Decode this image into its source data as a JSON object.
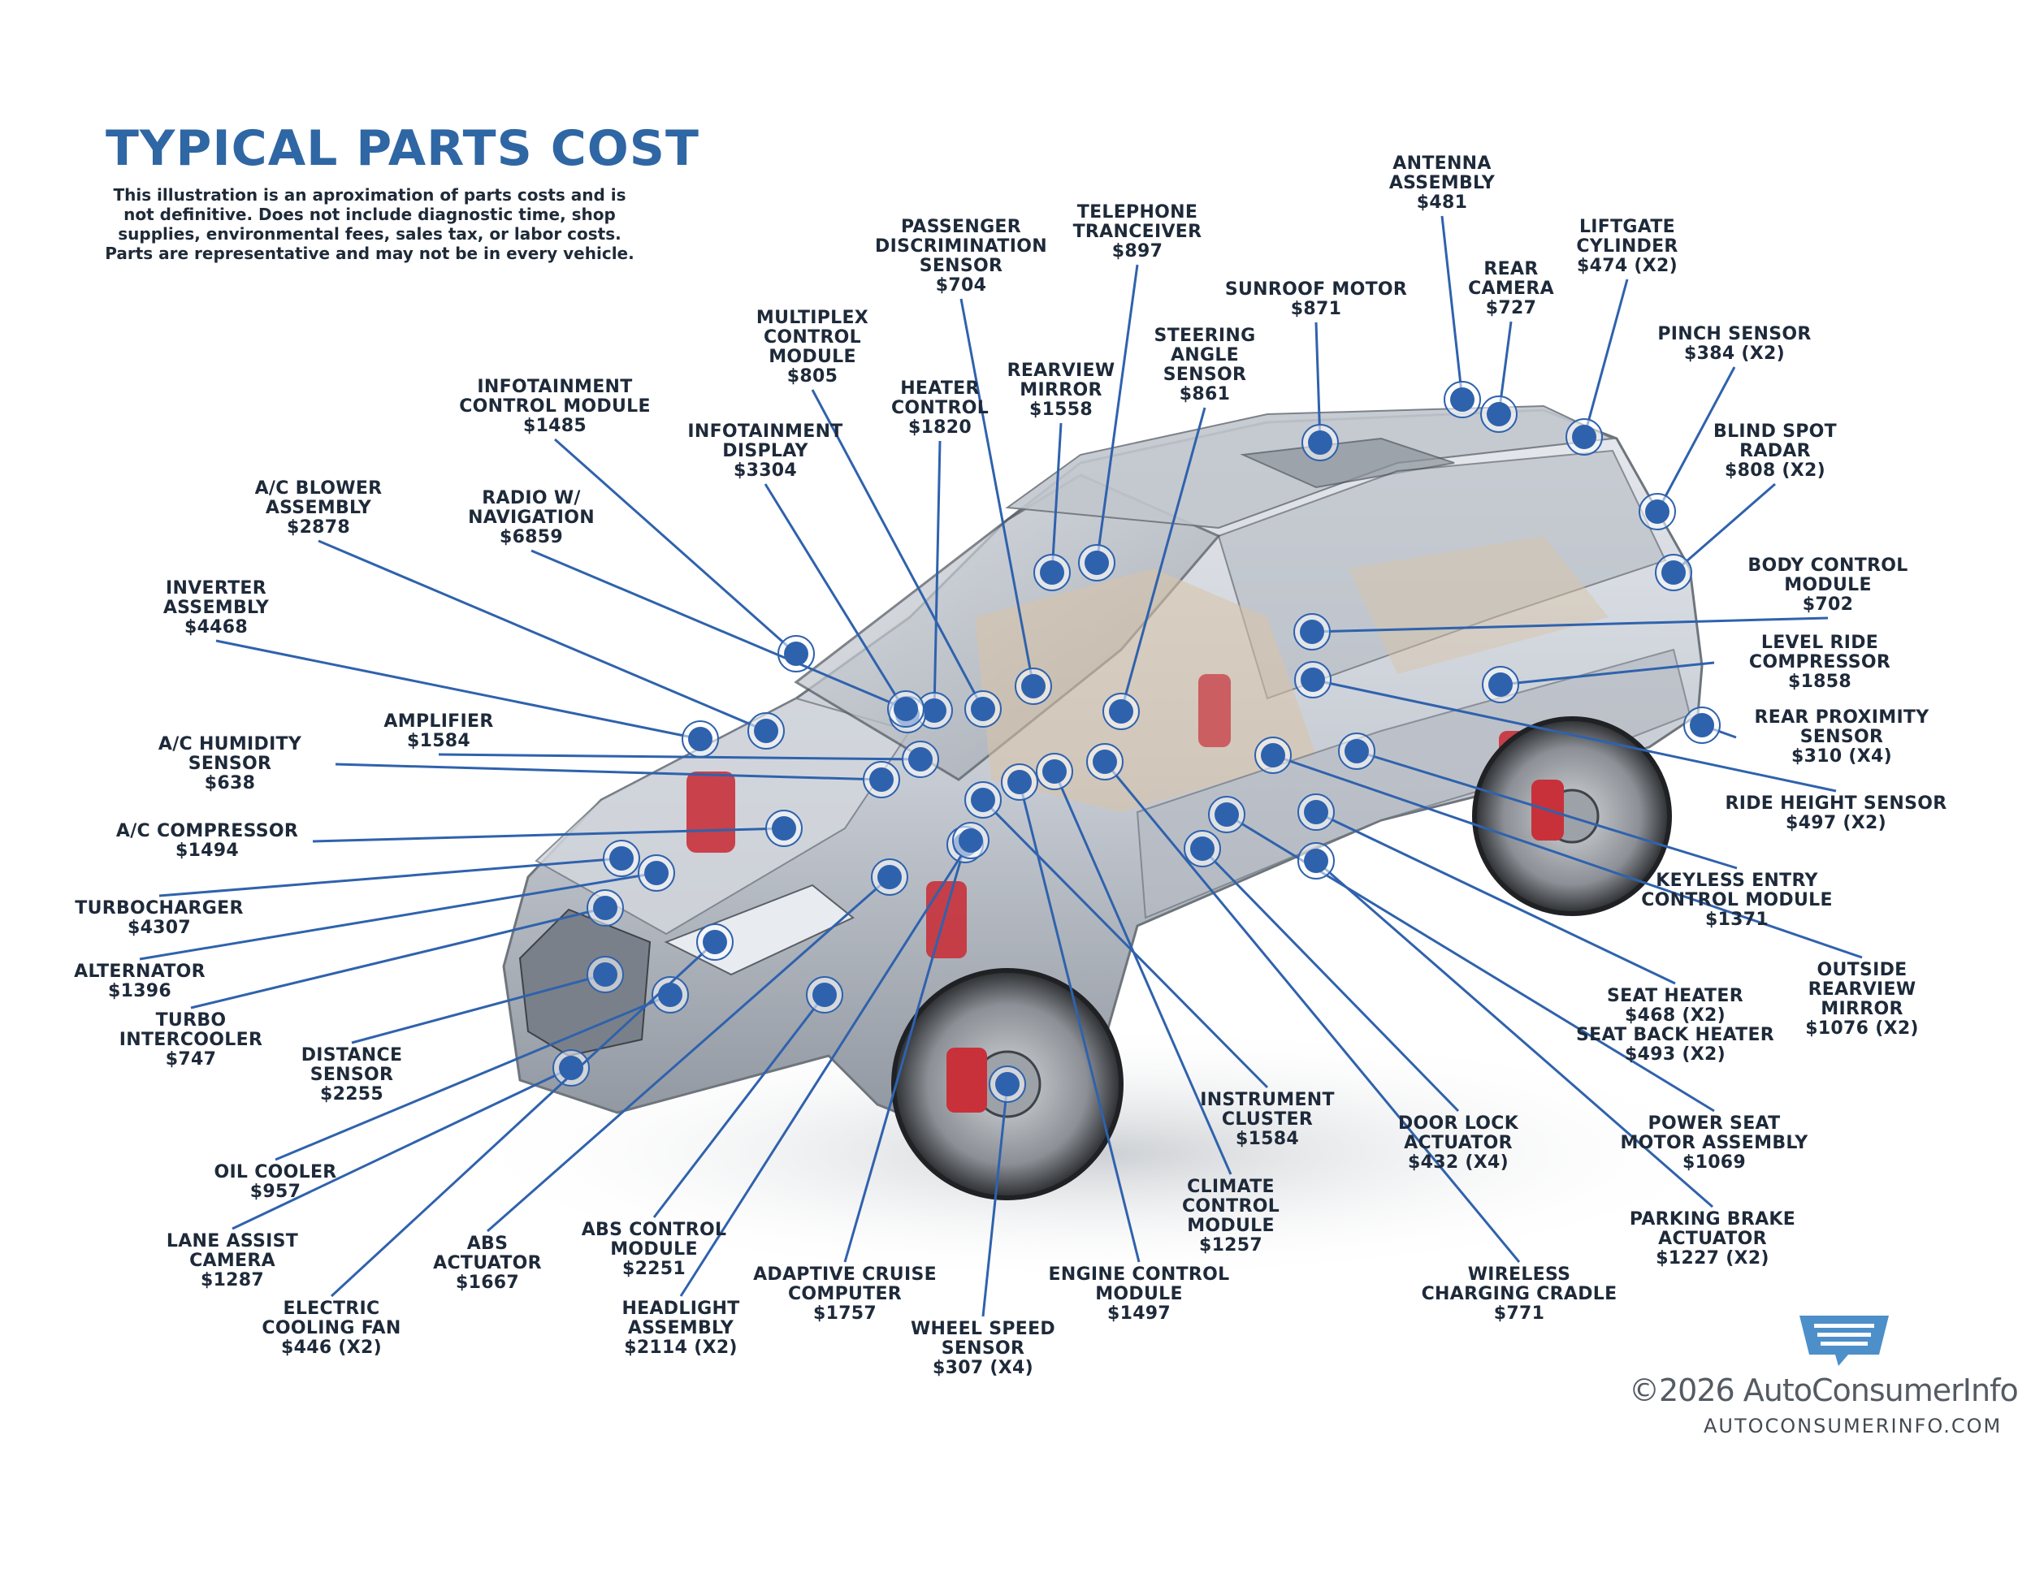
{
  "title": "TYPICAL PARTS COST",
  "disclaimer": [
    "This illustration is an aproximation of parts costs and is",
    "not definitive. Does not include diagnostic time, shop",
    "supplies, environmental fees, sales tax, or labor costs.",
    "Parts are representative and may not be in every vehicle."
  ],
  "parts": [
    {
      "id": "antenna-assembly",
      "lines": [
        "ANTENNA",
        "ASSEMBLY",
        "$481"
      ]
    },
    {
      "id": "liftgate-cylinder",
      "lines": [
        "LIFTGATE",
        "CYLINDER",
        "$474 (X2)"
      ]
    },
    {
      "id": "telephone-tranceiver",
      "lines": [
        "TELEPHONE",
        "TRANCEIVER",
        "$897"
      ]
    },
    {
      "id": "passenger-discrimination-sensor",
      "lines": [
        "PASSENGER",
        "DISCRIMINATION",
        "SENSOR",
        "$704"
      ]
    },
    {
      "id": "sunroof-motor",
      "lines": [
        "SUNROOF MOTOR",
        "$871"
      ]
    },
    {
      "id": "rear-camera",
      "lines": [
        "REAR",
        "CAMERA",
        "$727"
      ]
    },
    {
      "id": "pinch-sensor",
      "lines": [
        "PINCH SENSOR",
        "$384 (X2)"
      ]
    },
    {
      "id": "multiplex-control-module",
      "lines": [
        "MULTIPLEX",
        "CONTROL",
        "MODULE",
        "$805"
      ]
    },
    {
      "id": "steering-angle-sensor",
      "lines": [
        "STEERING",
        "ANGLE",
        "SENSOR",
        "$861"
      ]
    },
    {
      "id": "heater-control",
      "lines": [
        "HEATER",
        "CONTROL",
        "$1820"
      ]
    },
    {
      "id": "rearview-mirror",
      "lines": [
        "REARVIEW",
        "MIRROR",
        "$1558"
      ]
    },
    {
      "id": "infotainment-control-module",
      "lines": [
        "INFOTAINMENT",
        "CONTROL MODULE",
        "$1485"
      ]
    },
    {
      "id": "blind-spot-radar",
      "lines": [
        "BLIND SPOT",
        "RADAR",
        "$808 (X2)"
      ]
    },
    {
      "id": "infotainment-display",
      "lines": [
        "INFOTAINMENT",
        "DISPLAY",
        "$3304"
      ]
    },
    {
      "id": "ac-blower-assembly",
      "lines": [
        "A/C BLOWER",
        "ASSEMBLY",
        "$2878"
      ]
    },
    {
      "id": "radio-navigation",
      "lines": [
        "RADIO W/",
        "NAVIGATION",
        "$6859"
      ]
    },
    {
      "id": "body-control-module",
      "lines": [
        "BODY CONTROL",
        "MODULE",
        "$702"
      ]
    },
    {
      "id": "inverter-assembly",
      "lines": [
        "INVERTER",
        "ASSEMBLY",
        "$4468"
      ]
    },
    {
      "id": "level-ride-compressor",
      "lines": [
        "LEVEL RIDE",
        "COMPRESSOR",
        "$1858"
      ]
    },
    {
      "id": "ac-humidity-sensor",
      "lines": [
        "A/C HUMIDITY",
        "SENSOR",
        "$638"
      ]
    },
    {
      "id": "amplifier",
      "lines": [
        "AMPLIFIER",
        "$1584"
      ]
    },
    {
      "id": "rear-proximity-sensor",
      "lines": [
        "REAR PROXIMITY",
        "SENSOR",
        "$310 (X4)"
      ]
    },
    {
      "id": "ride-height-sensor",
      "lines": [
        "RIDE HEIGHT SENSOR",
        "$497 (X2)"
      ]
    },
    {
      "id": "ac-compressor",
      "lines": [
        "A/C COMPRESSOR",
        "$1494"
      ]
    },
    {
      "id": "turbocharger",
      "lines": [
        "TURBOCHARGER",
        "$4307"
      ]
    },
    {
      "id": "keyless-entry-control-module",
      "lines": [
        "KEYLESS ENTRY",
        "CONTROL MODULE",
        "$1371"
      ]
    },
    {
      "id": "alternator",
      "lines": [
        "ALTERNATOR",
        "$1396"
      ]
    },
    {
      "id": "outside-rearview-mirror",
      "lines": [
        "OUTSIDE",
        "REARVIEW",
        "MIRROR",
        "$1076 (X2)"
      ]
    },
    {
      "id": "seat-heater",
      "lines": [
        "SEAT HEATER",
        "$468 (X2)",
        "SEAT BACK HEATER",
        "$493 (X2)"
      ]
    },
    {
      "id": "turbo-intercooler",
      "lines": [
        "TURBO",
        "INTERCOOLER",
        "$747"
      ]
    },
    {
      "id": "distance-sensor",
      "lines": [
        "DISTANCE",
        "SENSOR",
        "$2255"
      ]
    },
    {
      "id": "instrument-cluster",
      "lines": [
        "INSTRUMENT",
        "CLUSTER",
        "$1584"
      ]
    },
    {
      "id": "door-lock-actuator",
      "lines": [
        "DOOR LOCK",
        "ACTUATOR",
        "$432 (X4)"
      ]
    },
    {
      "id": "power-seat-motor-assembly",
      "lines": [
        "POWER SEAT",
        "MOTOR ASSEMBLY",
        "$1069"
      ]
    },
    {
      "id": "oil-cooler",
      "lines": [
        "OIL COOLER",
        "$957"
      ]
    },
    {
      "id": "climate-control-module",
      "lines": [
        "CLIMATE",
        "CONTROL",
        "MODULE",
        "$1257"
      ]
    },
    {
      "id": "parking-brake-actuator",
      "lines": [
        "PARKING BRAKE",
        "ACTUATOR",
        "$1227 (X2)"
      ]
    },
    {
      "id": "lane-assist-camera",
      "lines": [
        "LANE ASSIST",
        "CAMERA",
        "$1287"
      ]
    },
    {
      "id": "abs-actuator",
      "lines": [
        "ABS",
        "ACTUATOR",
        "$1667"
      ]
    },
    {
      "id": "abs-control-module",
      "lines": [
        "ABS CONTROL",
        "MODULE",
        "$2251"
      ]
    },
    {
      "id": "adaptive-cruise-computer",
      "lines": [
        "ADAPTIVE CRUISE",
        "COMPUTER",
        "$1757"
      ]
    },
    {
      "id": "engine-control-module",
      "lines": [
        "ENGINE CONTROL",
        "MODULE",
        "$1497"
      ]
    },
    {
      "id": "wireless-charging-cradle",
      "lines": [
        "WIRELESS",
        "CHARGING CRADLE",
        "$771"
      ]
    },
    {
      "id": "electric-cooling-fan",
      "lines": [
        "ELECTRIC",
        "COOLING FAN",
        "$446 (X2)"
      ]
    },
    {
      "id": "headlight-assembly",
      "lines": [
        "HEADLIGHT",
        "ASSEMBLY",
        "$2114 (X2)"
      ]
    },
    {
      "id": "wheel-speed-sensor",
      "lines": [
        "WHEEL SPEED",
        "SENSOR",
        "$307 (X4)"
      ]
    }
  ],
  "footer": {
    "copyright": "©2026 AutoConsumerInfo",
    "website": "AUTOCONSUMERINFO.COM"
  },
  "colors": {
    "accent": "#2f66a4",
    "marker": "#2f62ad",
    "text": "#1e2a3a"
  }
}
